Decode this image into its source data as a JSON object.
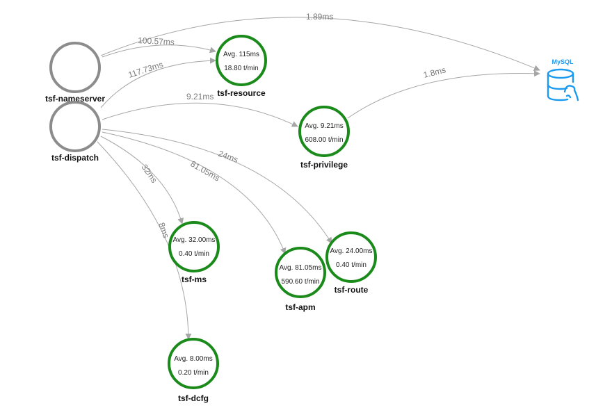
{
  "colors": {
    "healthy": "#1a8a1a",
    "external": "#8c8c8c",
    "edge": "#a6a6a6",
    "database": "#1a9bf0"
  },
  "nodes": {
    "nameserver": {
      "name": "tsf-nameserver"
    },
    "dispatch": {
      "name": "tsf-dispatch"
    },
    "resource": {
      "name": "tsf-resource",
      "avg": "Avg. 115ms",
      "rate": "18.80 t/min"
    },
    "privilege": {
      "name": "tsf-privilege",
      "avg": "Avg. 9.21ms",
      "rate": "608.00 t/min"
    },
    "ms": {
      "name": "tsf-ms",
      "avg": "Avg. 32.00ms",
      "rate": "0.40 t/min"
    },
    "apm": {
      "name": "tsf-apm",
      "avg": "Avg. 81.05ms",
      "rate": "590.60 t/min"
    },
    "route": {
      "name": "tsf-route",
      "avg": "Avg. 24.00ms",
      "rate": "0.40 t/min"
    },
    "dcfg": {
      "name": "tsf-dcfg",
      "avg": "Avg. 8.00ms",
      "rate": "0.20 t/min"
    },
    "mysql": {
      "name": "MySQL",
      "icon": "database-icon"
    }
  },
  "edges": {
    "nameserver_mysql": "1.89ms",
    "nameserver_resource": "100.57ms",
    "dispatch_resource": "117.73ms",
    "dispatch_privilege": "9.21ms",
    "privilege_mysql": "1.8ms",
    "dispatch_route": "24ms",
    "dispatch_apm": "81.05ms",
    "dispatch_ms": "32ms",
    "dispatch_dcfg": "8ms"
  }
}
